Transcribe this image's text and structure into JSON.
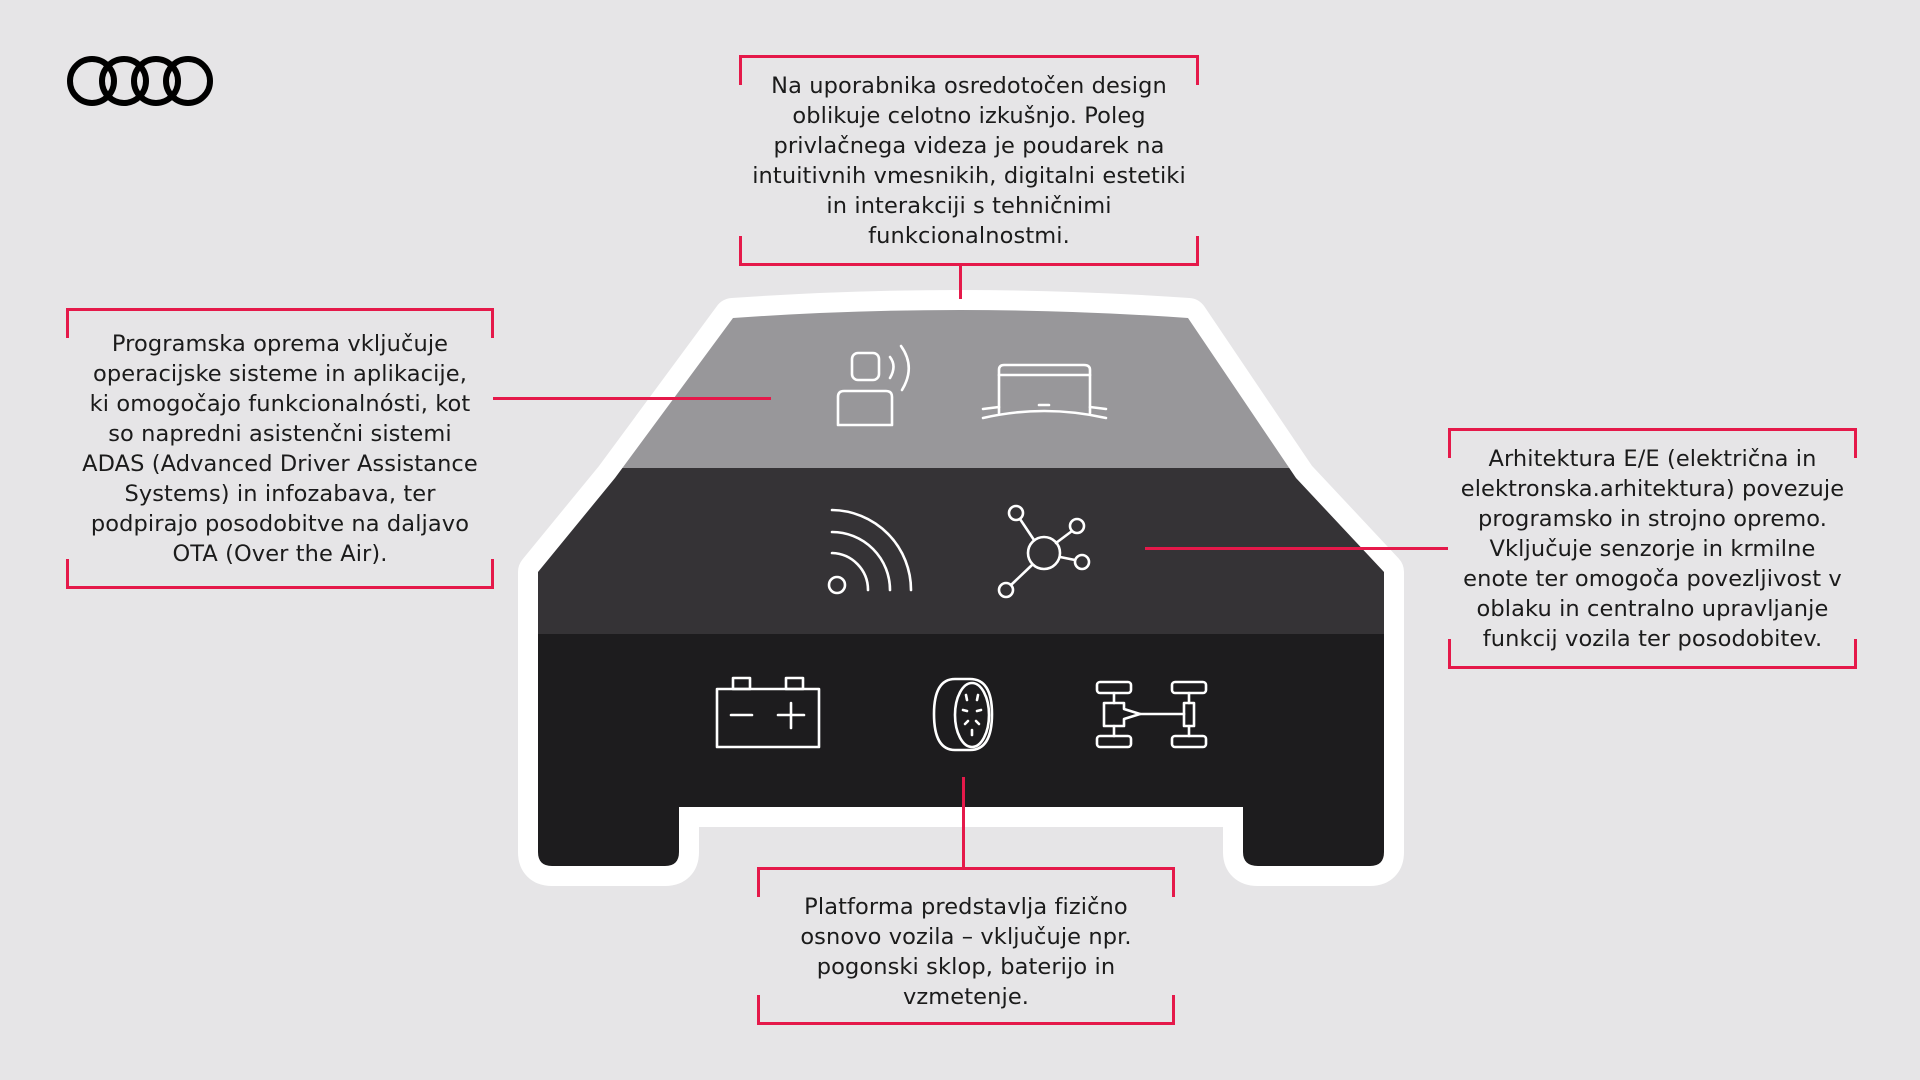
{
  "brand": {
    "logo": "four-rings-logo"
  },
  "colors": {
    "background": "#e6e5e7",
    "accent_red": "#e5194a",
    "car_outline": "#ffffff",
    "layer_ux": "#98979a",
    "layer_ee": "#353336",
    "layer_platform": "#1d1c1e",
    "icon_stroke": "#ffffff"
  },
  "layers": [
    {
      "id": "ux",
      "icons": [
        "driver-assistance-icon",
        "windshield-display-icon"
      ]
    },
    {
      "id": "ee",
      "icons": [
        "connectivity-signal-icon",
        "network-hub-icon"
      ]
    },
    {
      "id": "platform",
      "icons": [
        "battery-icon",
        "tire-icon",
        "drivetrain-chassis-icon"
      ]
    }
  ],
  "callouts": {
    "top": {
      "lines": [
        "Na uporabnika osredotočen design",
        "oblikuje celotno izkušnjo. Poleg",
        "privlačnega videza je poudarek na",
        "intuitivnih vmesnikih, digitalni estetiki",
        "in interakciji s tehničnimi",
        "funkcionalnostmi."
      ]
    },
    "left": {
      "lines": [
        "Programska oprema vključuje",
        "operacijske sisteme in aplikacije,",
        "ki omogočajo funkcionalnósti, kot",
        "so napredni asistenčni sistemi",
        "ADAS (Advanced Driver Assistance",
        "Systems) in infozabava, ter",
        "podpirajo posodobitve na daljavo",
        "OTA (Over the Air)."
      ]
    },
    "right": {
      "lines": [
        "Arhitektura E/E (električna in",
        "elektronska.arhitektura) povezuje",
        "programsko in strojno opremo.",
        "Vključuje senzorje in krmilne",
        "enote ter omogoča povezljivost v",
        "oblaku in centralno upravljanje",
        "funkcij vozila ter posodobitev."
      ]
    },
    "bottom": {
      "lines": [
        "Platforma predstavlja fizično",
        "osnovo vozila – vključuje npr.",
        "pogonski sklop, baterijo in",
        "vzmetenje."
      ]
    }
  }
}
